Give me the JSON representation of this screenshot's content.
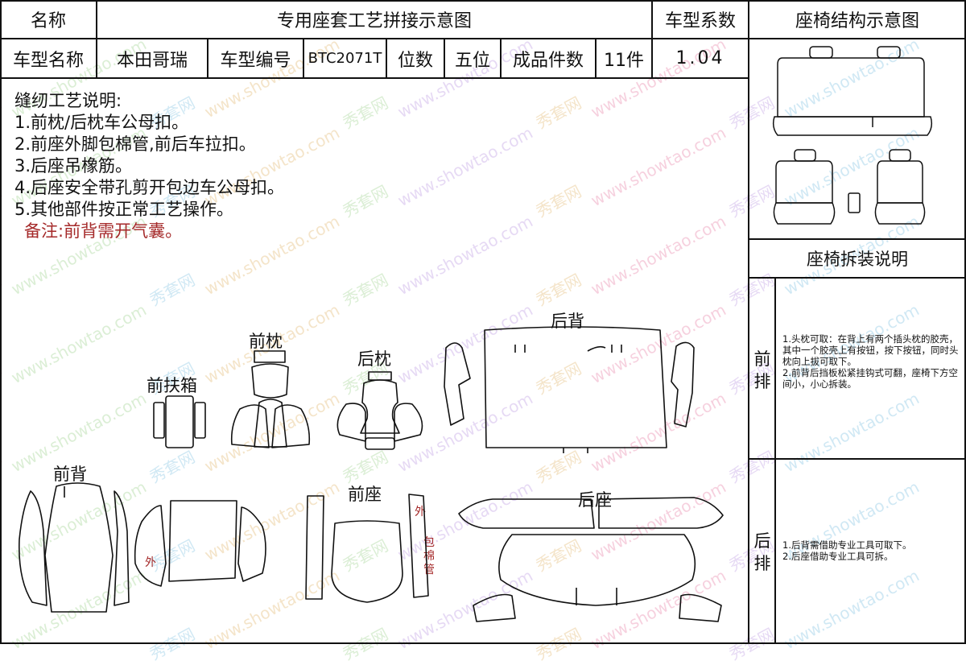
{
  "header": {
    "name_label": "名称",
    "title": "专用座套工艺拼接示意图",
    "coef_label": "车型系数",
    "structure_title": "座椅结构示意图"
  },
  "info_row": {
    "model_name_label": "车型名称",
    "model_name": "本田哥瑞",
    "model_no_label": "车型编号",
    "model_no": "BTC2071T",
    "seats_label": "位数",
    "seats": "五位",
    "pieces_label": "成品件数",
    "pieces": "11件",
    "coef": "1.04"
  },
  "notes": {
    "title": "缝纫工艺说明:",
    "items": [
      "1.前枕/后枕车公母扣。",
      "2.前座外脚包棉管,前后车拉扣。",
      "3.后座吊橡筋。",
      "4.后座安全带孔剪开包边车公母扣。",
      "5.其他部件按正常工艺操作。"
    ],
    "remark": "备注:前背需开气囊。"
  },
  "parts": {
    "front_armrest": "前扶箱",
    "front_pillow": "前枕",
    "rear_pillow": "后枕",
    "rear_back": "后背",
    "front_back": "前背",
    "front_seat": "前座",
    "rear_seat": "后座",
    "outer_mark": "外",
    "outer_mark_2": "外",
    "cotton_tube_mark": "包棉管"
  },
  "disassembly": {
    "title": "座椅拆装说明",
    "front_label": "前排",
    "front_text": "1.头枕可取：在背上有两个插头枕的胶壳，其中一个胶壳上有按钮，按下按钮，同时头枕向上拔可取下。\n2.前背后挡板松紧挂钩式可翻，座椅下方空间小，小心拆装。",
    "rear_label": "后排",
    "rear_text": "1.后背需借助专业工具可取下。\n2.后座借助专业工具可拆。"
  },
  "watermark": {
    "cn": "秀套网",
    "url": "www.showtao.com"
  },
  "colors": {
    "line": "#111111",
    "remark": "#a52a2a"
  }
}
